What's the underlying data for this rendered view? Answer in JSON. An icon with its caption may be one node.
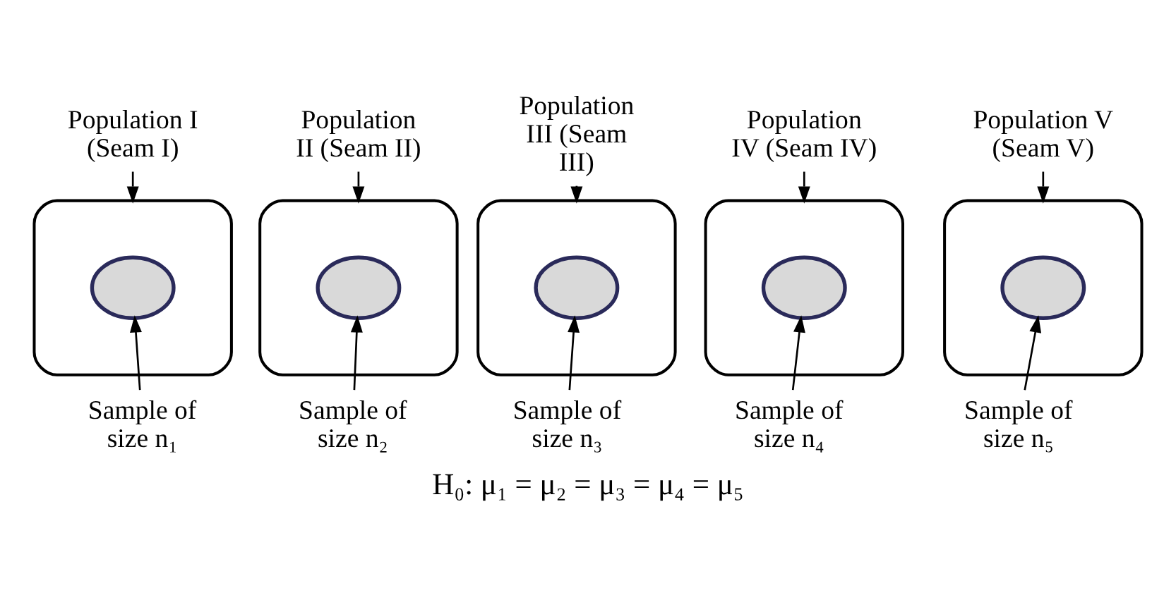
{
  "diagram": {
    "caption": "H₀: μ₁ = μ₂ = μ₃ = μ₄ = μ₅",
    "nodes": [
      {
        "text": [
          "Population I (Seam I)"
        ]
      },
      {
        "text": [
          "Population II (Seam II)"
        ]
      },
      {
        "text": [
          "Population III (Seam III)"
        ]
      },
      {
        "text": [
          "Population IV (Seam IV)"
        ]
      },
      {
        "text": [
          "Population V (Seam V)"
        ]
      },
      {
        "text": [],
        "shape": "blob"
      },
      {
        "text": [],
        "shape": "blob"
      },
      {
        "text": [],
        "shape": "blob"
      },
      {
        "text": [],
        "shape": "blob"
      },
      {
        "text": [],
        "shape": "blob"
      },
      {
        "text": [],
        "shape": "blob",
        "in": 5
      },
      {
        "text": [],
        "shape": "blob",
        "in": 6
      },
      {
        "text": [],
        "shape": "blob",
        "in": 7
      },
      {
        "text": [],
        "shape": "blob",
        "in": 8
      },
      {
        "text": [],
        "shape": "blob",
        "in": 9
      },
      {
        "text": [
          "Sample of size n₁"
        ]
      },
      {
        "text": [
          "Sample of size n₂"
        ]
      },
      {
        "text": [
          "Sample of size n₃"
        ]
      },
      {
        "text": [
          "Sample of size n₄"
        ]
      },
      {
        "text": [
          "Sample of size n₅"
        ]
      }
    ],
    "edges": [
      {
        "from": 0,
        "to": 5,
        "arrow": "to"
      },
      {
        "from": 1,
        "to": 6,
        "arrow": "to"
      },
      {
        "from": 2,
        "to": 7,
        "arrow": "to"
      },
      {
        "from": 3,
        "to": 8,
        "arrow": "to"
      },
      {
        "from": 4,
        "to": 9,
        "arrow": "to"
      },
      {
        "from": 15,
        "to": 10,
        "arrow": "to"
      },
      {
        "from": 16,
        "to": 11,
        "arrow": "to"
      },
      {
        "from": 17,
        "to": 12,
        "arrow": "to"
      },
      {
        "from": 18,
        "to": 13,
        "arrow": "to"
      },
      {
        "from": 19,
        "to": 14,
        "arrow": "to"
      }
    ]
  }
}
